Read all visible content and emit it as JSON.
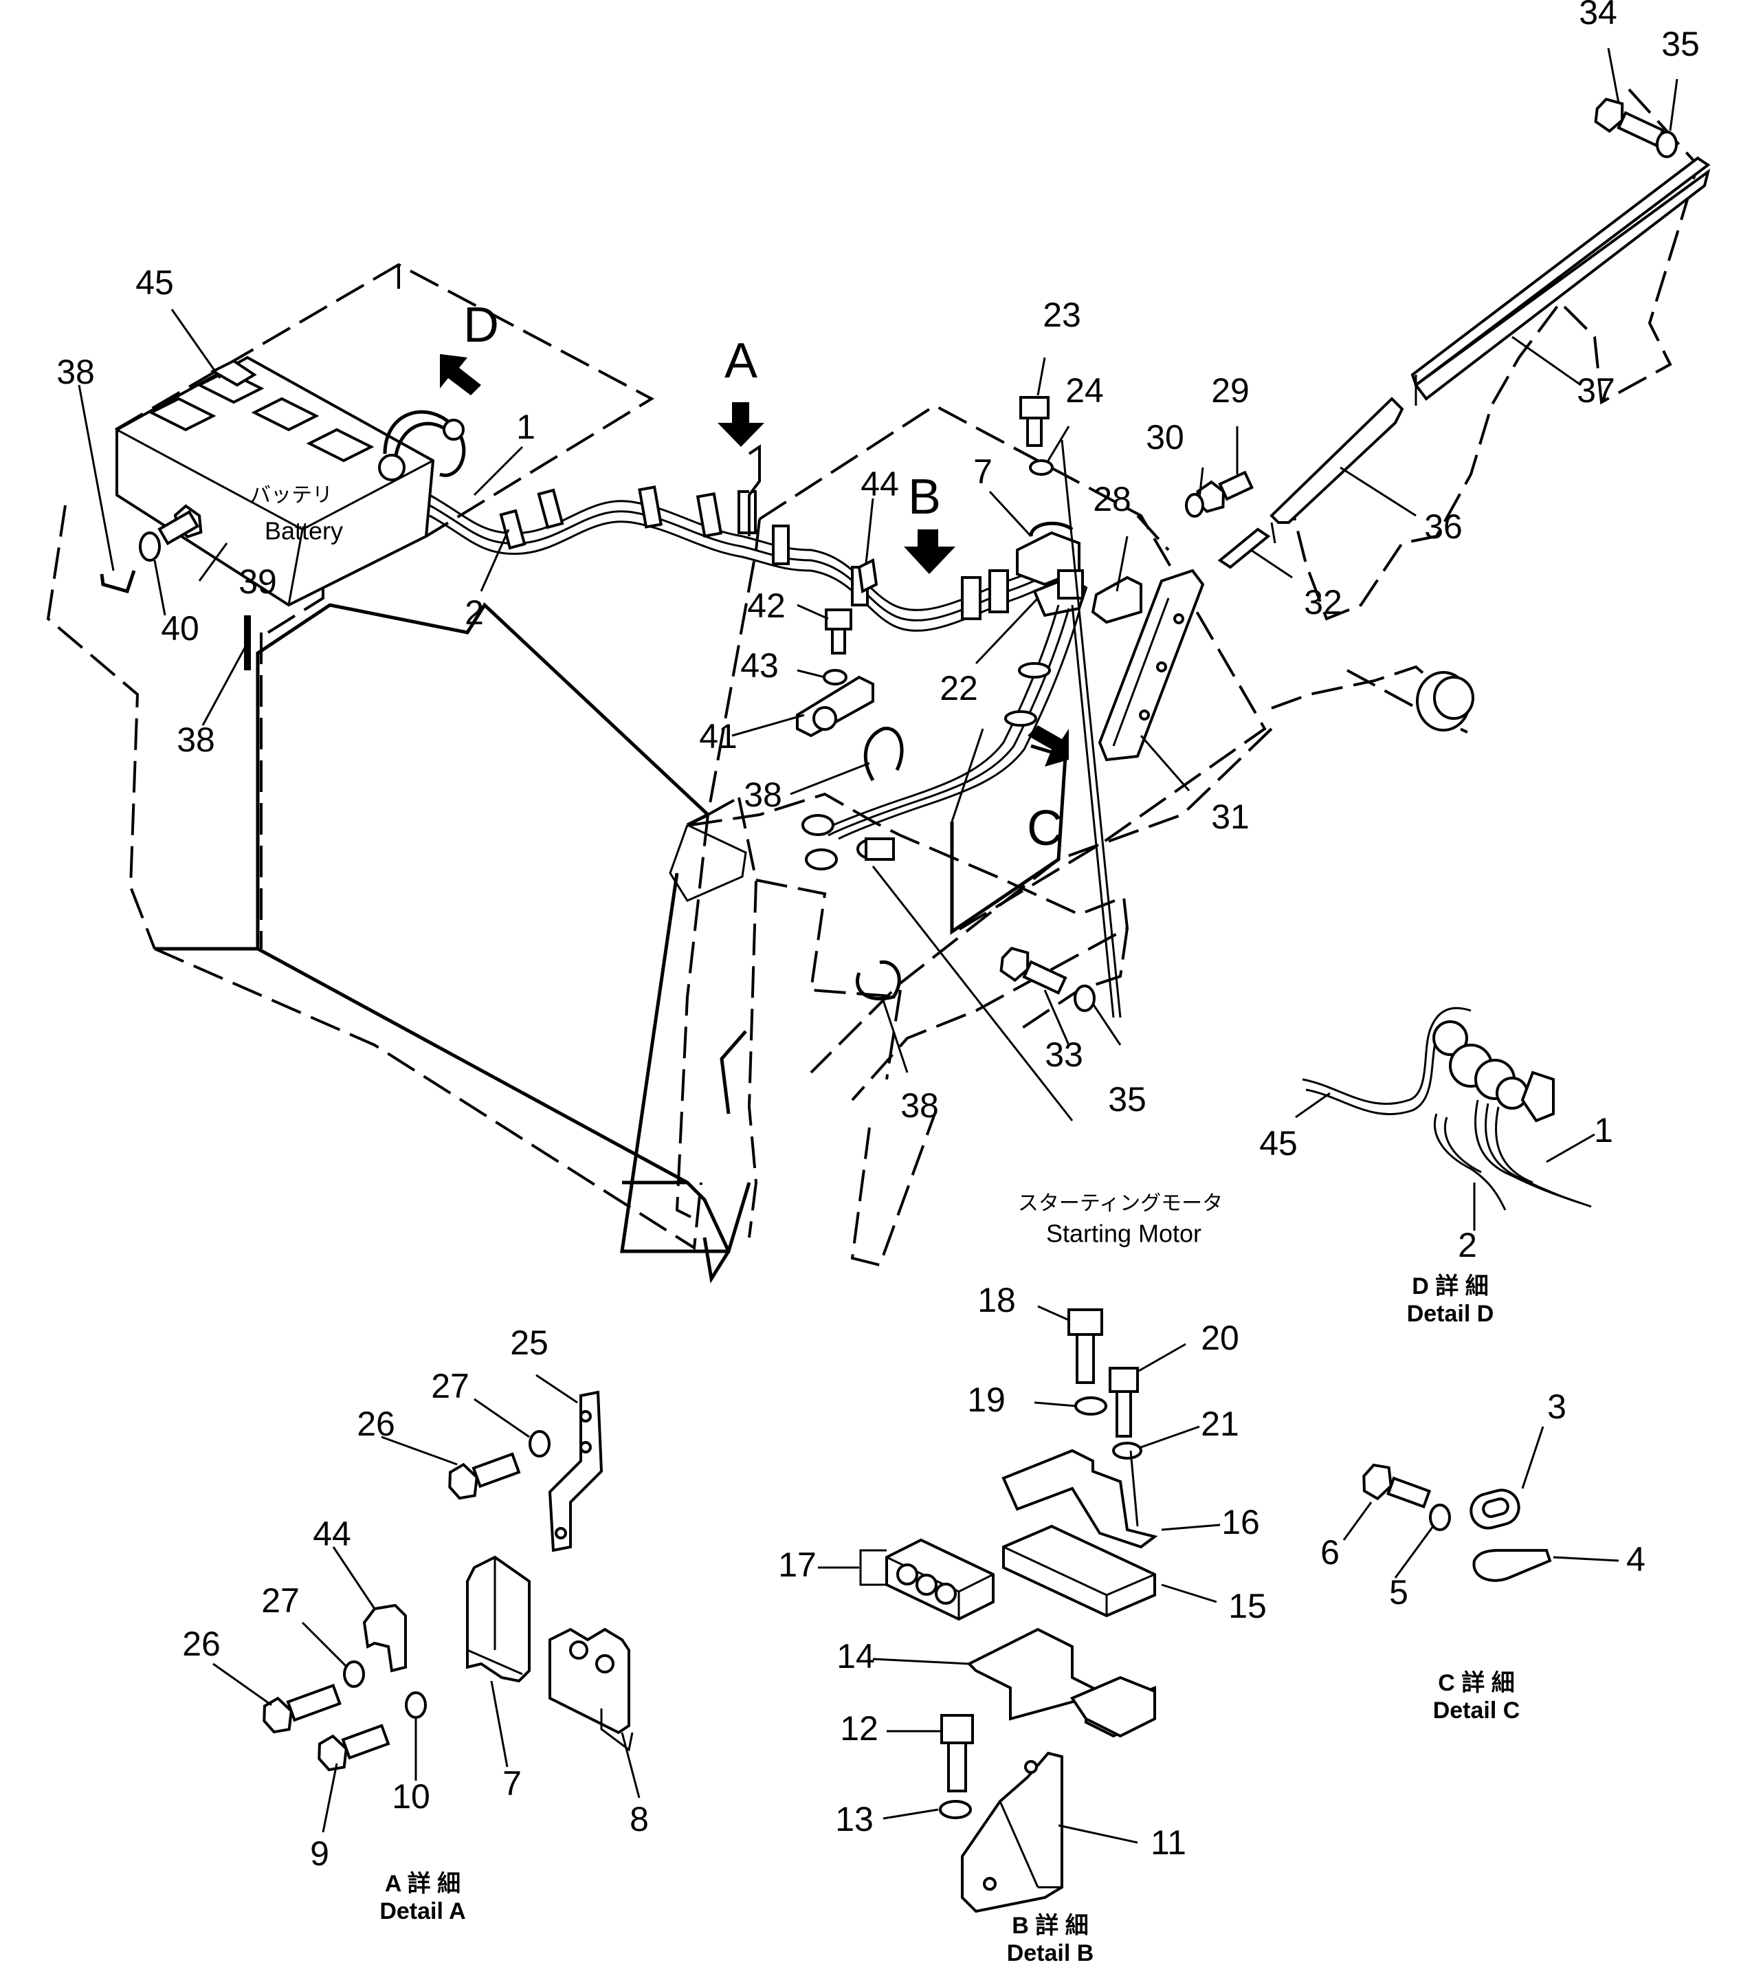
{
  "title": "",
  "labels": {
    "battery_jp": "バッテリ",
    "battery_en": "Battery",
    "starting_motor_jp": "スターティングモータ",
    "starting_motor_en": "Starting Motor",
    "detail_a_jp": "A 詳 細",
    "detail_a_en": "Detail A",
    "detail_b_jp": "B 詳 細",
    "detail_b_en": "Detail B",
    "detail_c_jp": "C 詳 細",
    "detail_c_en": "Detail C",
    "detail_d_jp": "D 詳 細",
    "detail_d_en": "Detail D"
  },
  "view_letters": {
    "a": "A",
    "b": "B",
    "c": "C",
    "d": "D"
  },
  "callouts": {
    "n1": "1",
    "n2": "2",
    "n3": "3",
    "n4": "4",
    "n5": "5",
    "n6": "6",
    "n7": "7",
    "n8": "8",
    "n9": "9",
    "n10": "10",
    "n11": "11",
    "n12": "12",
    "n13": "13",
    "n14": "14",
    "n15": "15",
    "n16": "16",
    "n17": "17",
    "n18": "18",
    "n19": "19",
    "n20": "20",
    "n21": "21",
    "n22": "22",
    "n23": "23",
    "n24": "24",
    "n25": "25",
    "n26": "26",
    "n27": "27",
    "n28": "28",
    "n29": "29",
    "n30": "30",
    "n31": "31",
    "n32": "32",
    "n33": "33",
    "n34": "34",
    "n35": "35",
    "n36": "36",
    "n37": "37",
    "n38": "38",
    "n39": "39",
    "n40": "40",
    "n41": "41",
    "n42": "42",
    "n43": "43",
    "n44": "44",
    "n45": "45"
  }
}
